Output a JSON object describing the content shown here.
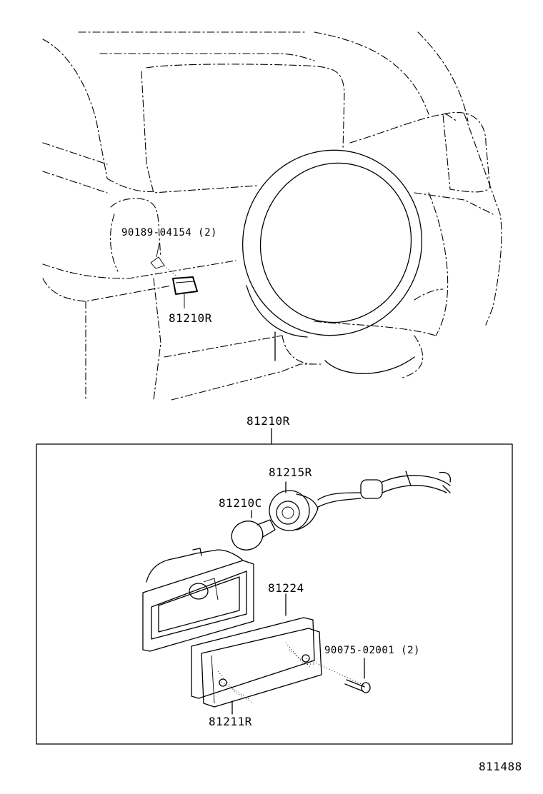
{
  "diagram": {
    "callouts": {
      "clip_part": "90189-04154 (2)",
      "lamp_assembly_top": "81210R",
      "lamp_assembly_box": "81210R",
      "socket": "81215R",
      "bulb": "81210C",
      "gasket": "81224",
      "screw": "90075-02001 (2)",
      "lens": "81211R"
    },
    "figure_number": "811488"
  }
}
